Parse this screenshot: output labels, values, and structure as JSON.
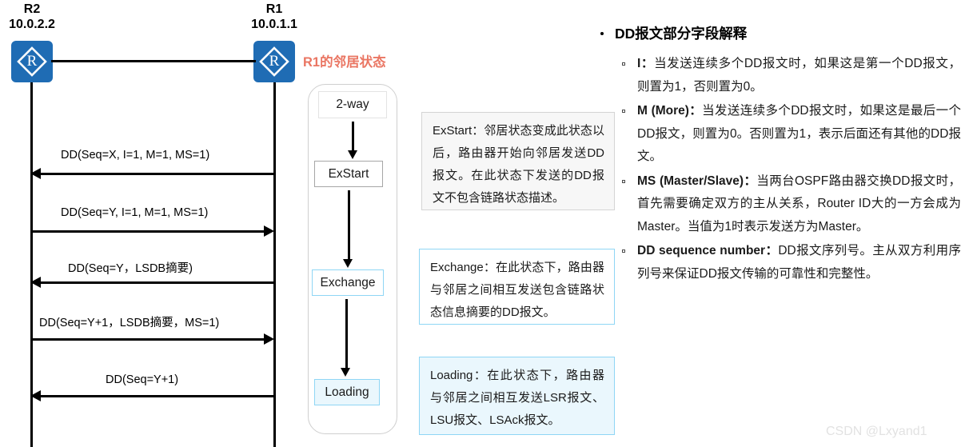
{
  "topology": {
    "left_router": {
      "name": "R2",
      "ip": "10.0.2.2",
      "icon": "router-icon",
      "letter": "R"
    },
    "right_router": {
      "name": "R1",
      "ip": "10.0.1.1",
      "icon": "router-icon",
      "letter": "R"
    }
  },
  "sequence": {
    "messages": [
      {
        "label": "DD(Seq=X, I=1, M=1, MS=1)",
        "direction": "left"
      },
      {
        "label": "DD(Seq=Y, I=1, M=1, MS=1)",
        "direction": "right"
      },
      {
        "label": "DD(Seq=Y，LSDB摘要)",
        "direction": "left"
      },
      {
        "label": "DD(Seq=Y+1，LSDB摘要，MS=1)",
        "direction": "right"
      },
      {
        "label": "DD(Seq=Y+1)",
        "direction": "left"
      }
    ]
  },
  "state_flow": {
    "title": "R1的邻居状态",
    "states": [
      {
        "label": "2-way"
      },
      {
        "label": "ExStart"
      },
      {
        "label": "Exchange"
      },
      {
        "label": "Loading"
      }
    ]
  },
  "callouts": [
    {
      "text": "ExStart：邻居状态变成此状态以后，路由器开始向邻居发送DD报文。在此状态下发送的DD报文不包含链路状态描述。"
    },
    {
      "text": "Exchange：在此状态下，路由器与邻居之间相互发送包含链路状态信息摘要的DD报文。"
    },
    {
      "text": "Loading：在此状态下，路由器与邻居之间相互发送LSR报文、LSU报文、LSAck报文。"
    }
  ],
  "panel": {
    "title": "DD报文部分字段解释",
    "items": [
      {
        "term": "I：",
        "text": "当发送连续多个DD报文时，如果这是第一个DD报文，则置为1，否则置为0。"
      },
      {
        "term": "M (More)：",
        "text": "当发送连续多个DD报文时，如果这是最后一个DD报文，则置为0。否则置为1，表示后面还有其他的DD报文。"
      },
      {
        "term": "MS (Master/Slave)：",
        "text": "当两台OSPF路由器交换DD报文时，首先需要确定双方的主从关系，Router ID大的一方会成为Master。当值为1时表示发送方为Master。"
      },
      {
        "term": "DD sequence number：",
        "text": "DD报文序列号。主从双方利用序列号来保证DD报文传输的可靠性和完整性。"
      }
    ]
  },
  "watermark": {
    "text": "CSDN @Lxyand1"
  },
  "colors": {
    "router_blue": "#1f6cb4",
    "accent_red": "#ea7663",
    "state_blue_border": "#8fd6f5",
    "state_blue_fill": "#eaf7fd",
    "watermark_gray": "#e2e2e2"
  }
}
